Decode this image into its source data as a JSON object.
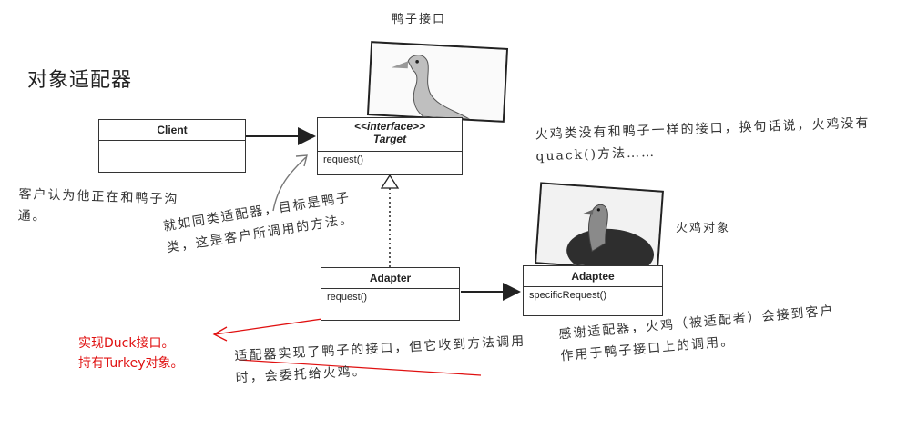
{
  "title": "对象适配器",
  "uml": {
    "client": {
      "name": "Client"
    },
    "target": {
      "stereotype": "<<interface>>",
      "name": "Target",
      "operation": "request()"
    },
    "adapter": {
      "name": "Adapter",
      "operation": "request()"
    },
    "adaptee": {
      "name": "Adaptee",
      "operation": "specificRequest()"
    }
  },
  "notes": {
    "duck_label": "鸭子接口",
    "client_note": "客户认为他正在和鸭子沟通。",
    "adapter_like": "就如同类适配器，目标是鸭子类，这是客户所调用的方法。",
    "turkey_interface": "火鸡类没有和鸭子一样的接口，换句话说，火鸡没有quack()方法……",
    "turkey_label": "火鸡对象",
    "delegate": "适配器实现了鸭子的接口，但它收到方法调用时，会委托给火鸡。",
    "thanks": "感谢适配器，火鸡（被适配者）会接到客户作用于鸭子接口上的调用。"
  },
  "red_annotation": {
    "line1": "实现Duck接口。",
    "line2": "持有Turkey对象。"
  },
  "colors": {
    "annotation": "#e01010",
    "ink": "#333333"
  }
}
